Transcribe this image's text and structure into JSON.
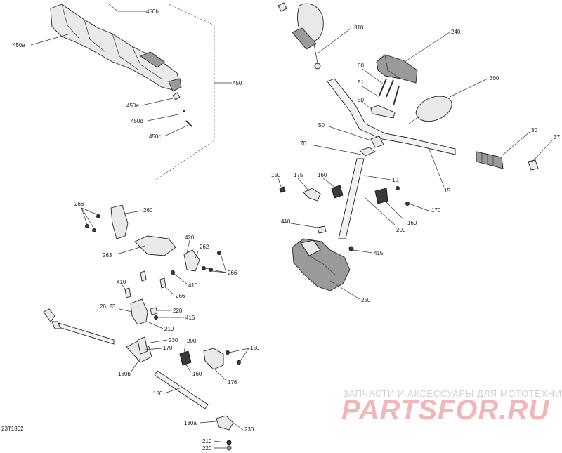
{
  "diagram": {
    "code": "23T1802",
    "labels": {
      "l450b": "450b",
      "l450a": "450a",
      "l450": "450",
      "l450e": "450e",
      "l450d": "450d",
      "l450c": "450c",
      "l310": "310",
      "l240": "240",
      "l60": "60",
      "l51": "51",
      "l50a": "50",
      "l50b": "50",
      "l300": "300",
      "l70": "70",
      "l10": "10",
      "l30": "30",
      "l37": "37",
      "l15": "15",
      "l150a": "150",
      "l175a": "175",
      "l160a": "160",
      "l170a": "170",
      "l160b": "160",
      "l200a": "200",
      "l410a": "410",
      "l415a": "415",
      "l250": "250",
      "l266a": "266",
      "l260": "260",
      "l263": "263",
      "l420": "420",
      "l262": "262",
      "l266b": "266",
      "l410b": "410",
      "l410c": "410",
      "l266c": "266",
      "l2023": "20, 23",
      "l220a": "220",
      "l415b": "415",
      "l210a": "210",
      "l230a": "230",
      "l170b": "170",
      "l200b": "200",
      "l150b": "150",
      "l160c": "160",
      "l176": "176",
      "l180b": "180b",
      "l180": "180",
      "l180a": "180a",
      "l230b": "230",
      "l210b": "210",
      "l220b": "220"
    }
  },
  "watermark": {
    "caption": "ЗАПЧАСТИ И АКСЕССУАРЫ ДЛЯ МОТОТЕХНИКИ",
    "logo": "PARTSFOR.RU"
  }
}
